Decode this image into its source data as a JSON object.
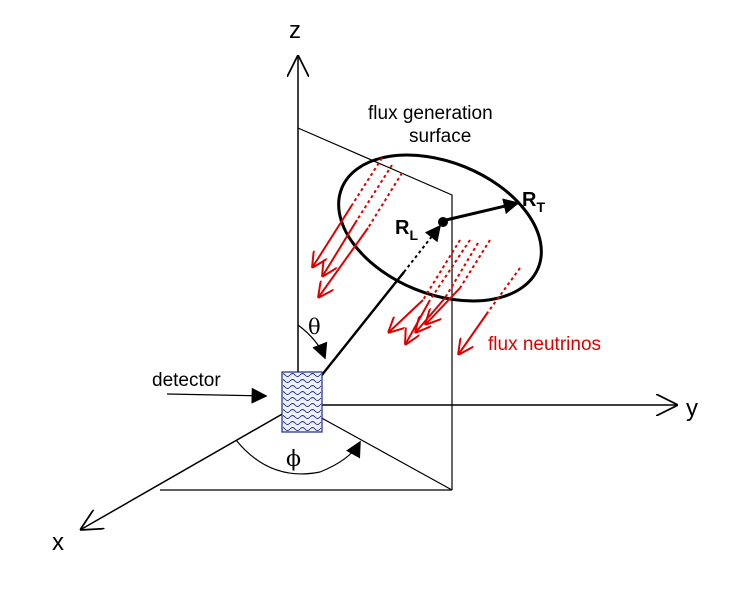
{
  "axes": {
    "z": "z",
    "y": "y",
    "x": "x"
  },
  "labels": {
    "surface_line1": "flux generation",
    "surface_line2": "surface",
    "rl_main": "R",
    "rl_sub": "L",
    "rt_main": "R",
    "rt_sub": "T",
    "flux_neutrinos": "flux neutrinos",
    "detector": "detector",
    "theta": "θ",
    "phi": "ϕ"
  },
  "colors": {
    "ink": "#000000",
    "flux": "#e00000",
    "detector_wave": "#1a2a8a",
    "detector_fill": "#eef0fb"
  }
}
